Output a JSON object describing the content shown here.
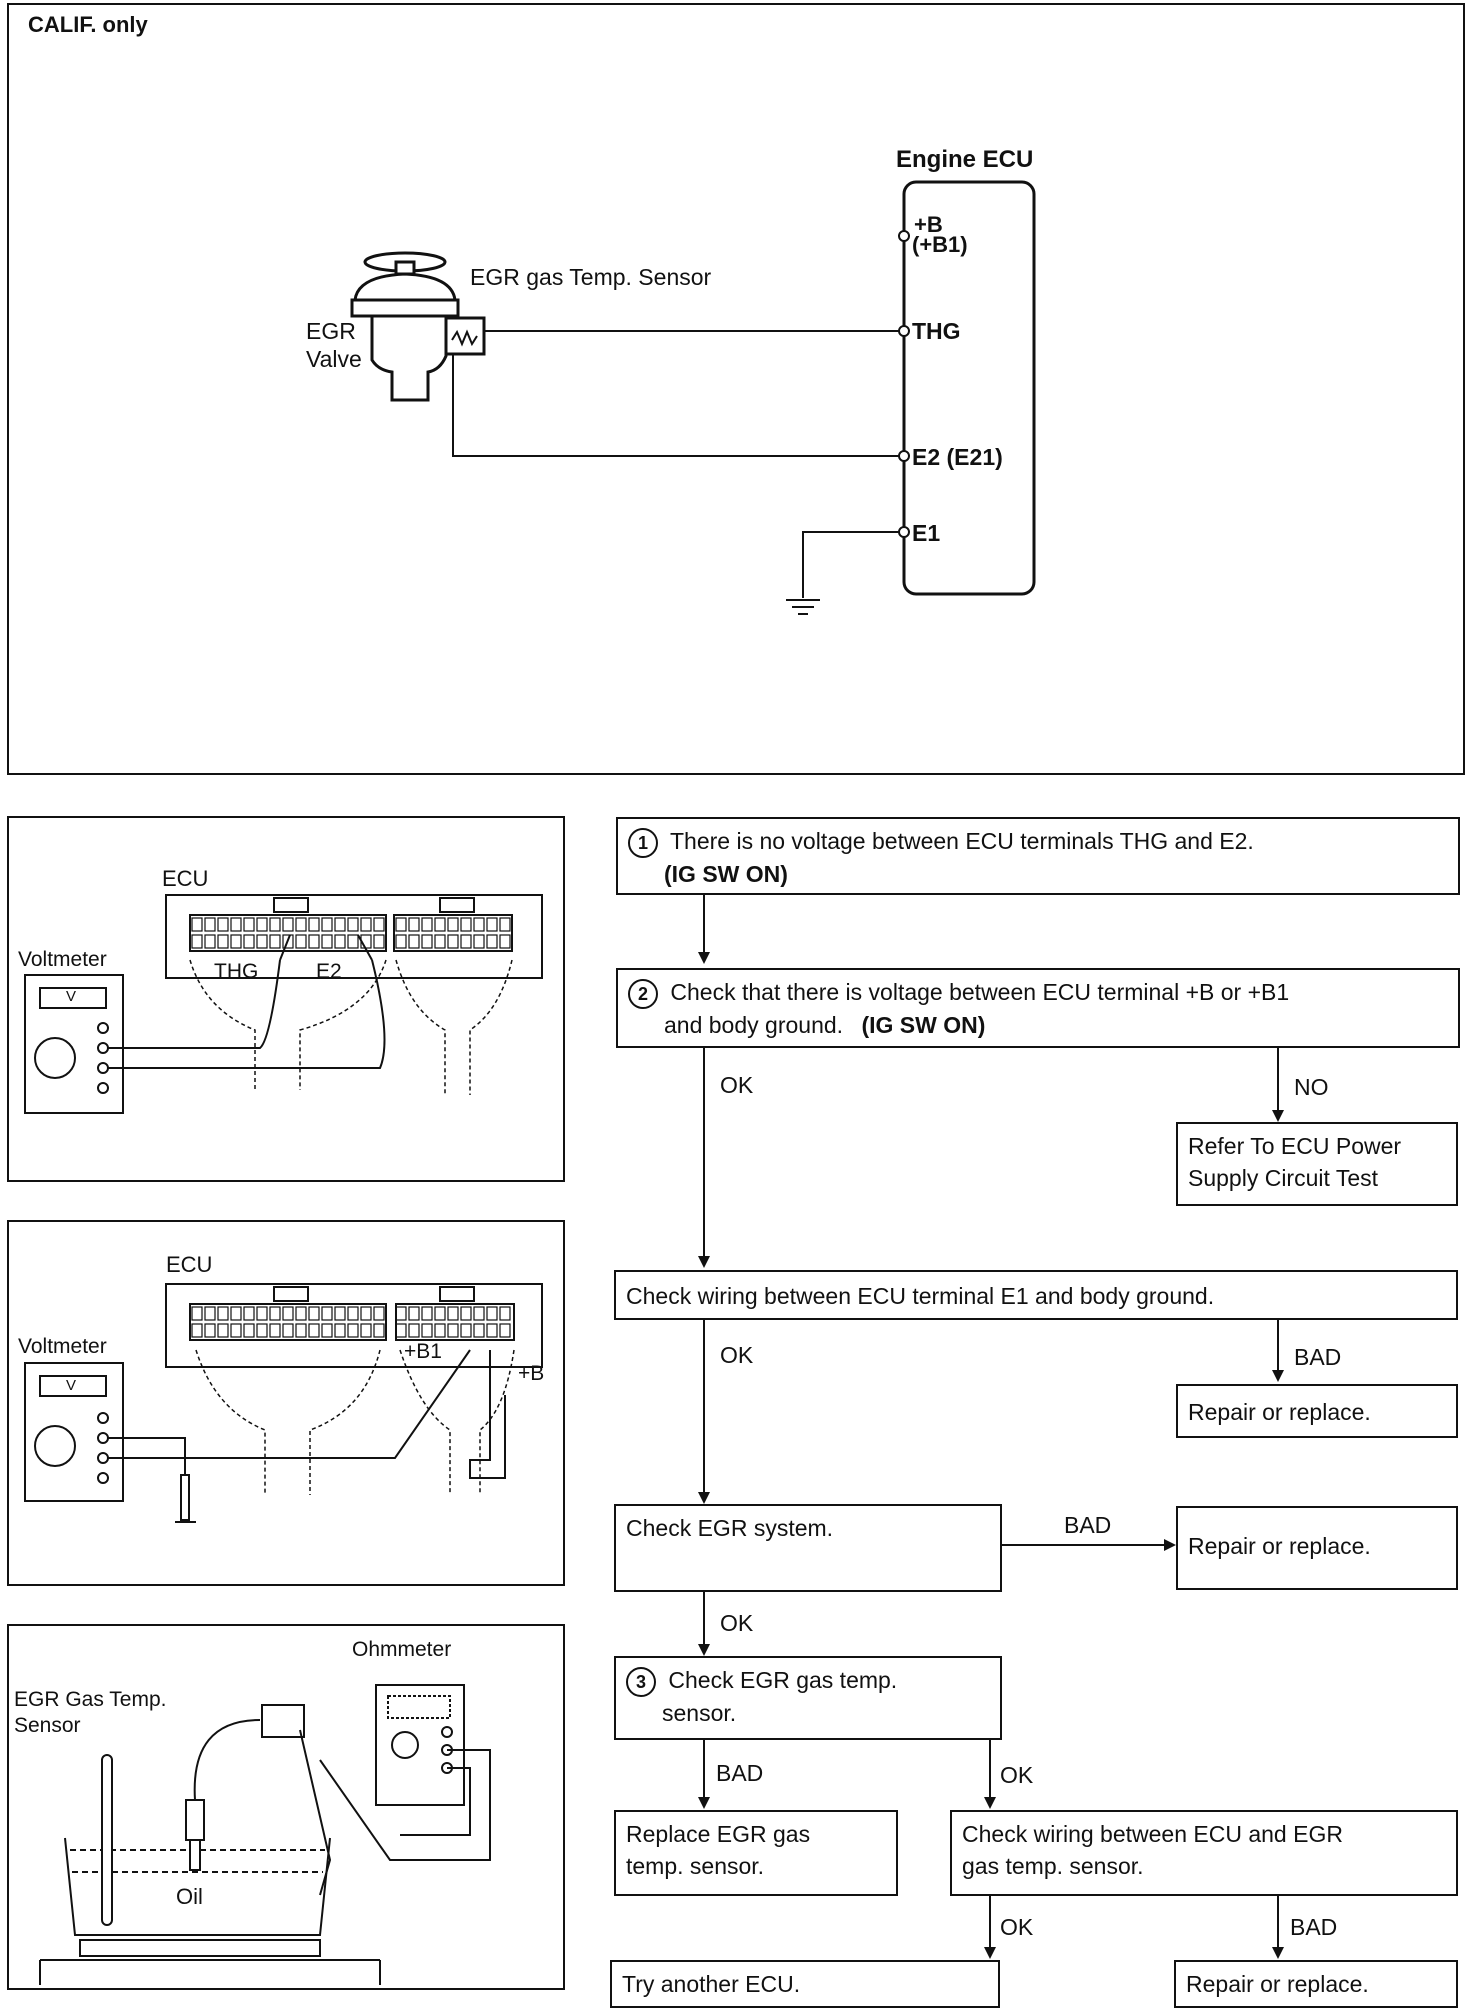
{
  "wiring": {
    "calif_label": "CALIF. only",
    "ecu_title": "Engine ECU",
    "sensor_label": "EGR gas Temp. Sensor",
    "valve_label_1": "EGR",
    "valve_label_2": "Valve",
    "terminals": {
      "b_line1": "+B",
      "b_line2": "(+B1)",
      "thg": "THG",
      "e2": "E2 (E21)",
      "e1": "E1"
    }
  },
  "illustrations": {
    "fig1": {
      "ecu": "ECU",
      "meter": "Voltmeter",
      "meter_unit": "V",
      "probe1": "THG",
      "probe2": "E2"
    },
    "fig2": {
      "ecu": "ECU",
      "meter": "Voltmeter",
      "meter_unit": "V",
      "probe1": "+B1",
      "probe2": "+B"
    },
    "fig3": {
      "meter": "Ohmmeter",
      "sensor_line1": "EGR Gas Temp.",
      "sensor_line2": "Sensor",
      "liquid": "Oil"
    }
  },
  "flowchart": {
    "step1": {
      "num": "1",
      "text": "There is no voltage between ECU terminals THG and E2.",
      "emph": "(IG SW ON)"
    },
    "step2": {
      "num": "2",
      "text_line1": "Check that there is voltage between ECU terminal +B or +B1",
      "text_line2": "and body ground.",
      "emph": "(IG SW ON)"
    },
    "power_test": {
      "line1": "Refer To ECU Power",
      "line2": "Supply Circuit Test"
    },
    "check_e1": "Check wiring between ECU terminal E1 and body ground.",
    "repair1": "Repair or replace.",
    "check_egr": "Check EGR system.",
    "repair2": "Repair or replace.",
    "step3": {
      "num": "3",
      "line1": "Check EGR gas temp.",
      "line2": "sensor."
    },
    "replace_sensor": {
      "line1": "Replace EGR gas",
      "line2": "temp. sensor."
    },
    "check_wiring": {
      "line1": "Check wiring between ECU and EGR",
      "line2": "gas temp. sensor."
    },
    "try_ecu": "Try another ECU.",
    "repair3": "Repair or replace.",
    "labels": {
      "ok": "OK",
      "no": "NO",
      "bad": "BAD"
    }
  }
}
